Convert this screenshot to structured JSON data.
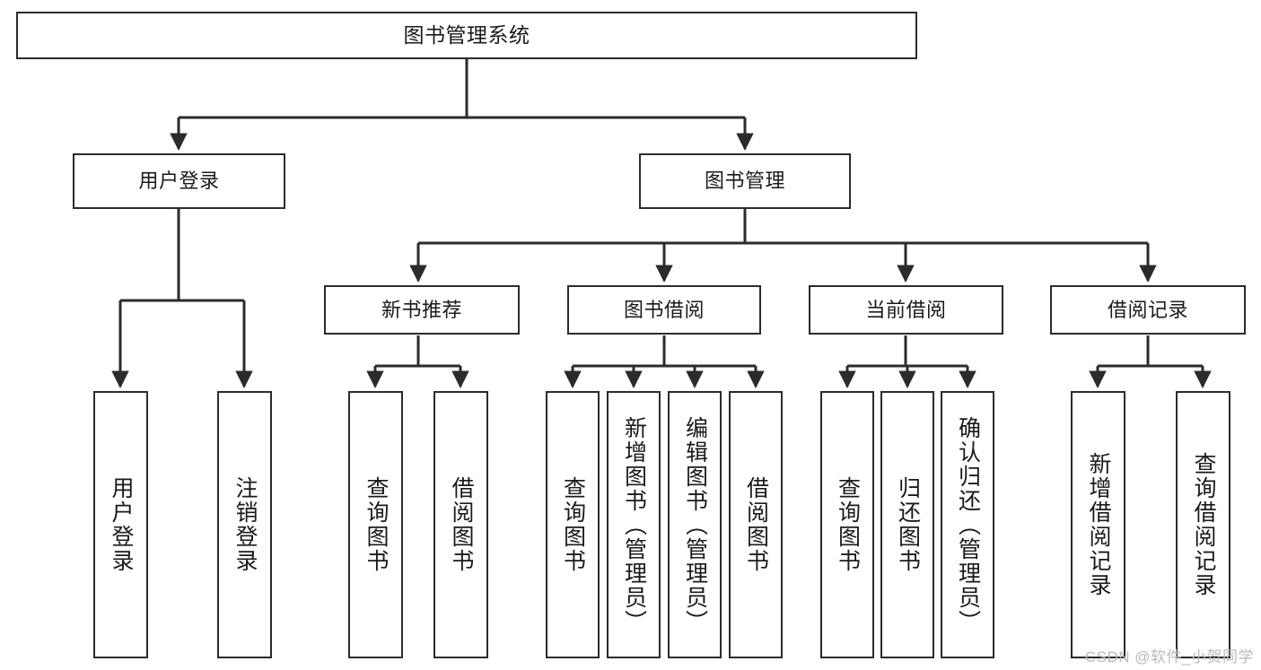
{
  "diagram": {
    "type": "tree-hierarchy",
    "title": "图书管理系统",
    "colors": {
      "stroke": "#2b2b2b",
      "fill": "#ffffff",
      "text": "#1a1a1a",
      "watermark": "#b9b9b9",
      "background": "#ffffff"
    },
    "nodes": {
      "root": {
        "label": "图书管理系统",
        "level": 0,
        "orientation": "horizontal"
      },
      "login": {
        "label": "用户登录",
        "level": 1,
        "orientation": "horizontal"
      },
      "bookmgmt": {
        "label": "图书管理",
        "level": 1,
        "orientation": "horizontal"
      },
      "newbook": {
        "label": "新书推荐",
        "level": 2,
        "orientation": "horizontal"
      },
      "borrow": {
        "label": "图书借阅",
        "level": 2,
        "orientation": "horizontal"
      },
      "current": {
        "label": "当前借阅",
        "level": 2,
        "orientation": "horizontal"
      },
      "records": {
        "label": "借阅记录",
        "level": 2,
        "orientation": "horizontal"
      },
      "leaf_user_login": {
        "label": "用户登录",
        "level": 3,
        "orientation": "vertical"
      },
      "leaf_user_logout": {
        "label": "注销登录",
        "level": 3,
        "orientation": "vertical"
      },
      "leaf_new_query": {
        "label": "查询图书",
        "level": 3,
        "orientation": "vertical"
      },
      "leaf_new_borrow": {
        "label": "借阅图书",
        "level": 3,
        "orientation": "vertical"
      },
      "leaf_borrow_query": {
        "label": "查询图书",
        "level": 3,
        "orientation": "vertical"
      },
      "leaf_borrow_add": {
        "label": "新增图书（管理员）",
        "level": 3,
        "orientation": "vertical"
      },
      "leaf_borrow_edit": {
        "label": "编辑图书（管理员）",
        "level": 3,
        "orientation": "vertical"
      },
      "leaf_borrow_lend": {
        "label": "借阅图书",
        "level": 3,
        "orientation": "vertical"
      },
      "leaf_cur_query": {
        "label": "查询图书",
        "level": 3,
        "orientation": "vertical"
      },
      "leaf_cur_return": {
        "label": "归还图书",
        "level": 3,
        "orientation": "vertical"
      },
      "leaf_cur_confirm": {
        "label": "确认归还（管理员）",
        "level": 3,
        "orientation": "vertical"
      },
      "leaf_rec_add": {
        "label": "新增借阅记录",
        "level": 3,
        "orientation": "vertical"
      },
      "leaf_rec_query": {
        "label": "查询借阅记录",
        "level": 3,
        "orientation": "vertical"
      }
    },
    "edges": [
      {
        "from": "root",
        "to": "login"
      },
      {
        "from": "root",
        "to": "bookmgmt"
      },
      {
        "from": "login",
        "to": "leaf_user_login"
      },
      {
        "from": "login",
        "to": "leaf_user_logout"
      },
      {
        "from": "bookmgmt",
        "to": "newbook"
      },
      {
        "from": "bookmgmt",
        "to": "borrow"
      },
      {
        "from": "bookmgmt",
        "to": "current"
      },
      {
        "from": "bookmgmt",
        "to": "records"
      },
      {
        "from": "newbook",
        "to": "leaf_new_query"
      },
      {
        "from": "newbook",
        "to": "leaf_new_borrow"
      },
      {
        "from": "borrow",
        "to": "leaf_borrow_query"
      },
      {
        "from": "borrow",
        "to": "leaf_borrow_add"
      },
      {
        "from": "borrow",
        "to": "leaf_borrow_edit"
      },
      {
        "from": "borrow",
        "to": "leaf_borrow_lend"
      },
      {
        "from": "current",
        "to": "leaf_cur_query"
      },
      {
        "from": "current",
        "to": "leaf_cur_return"
      },
      {
        "from": "current",
        "to": "leaf_cur_confirm"
      },
      {
        "from": "records",
        "to": "leaf_rec_add"
      },
      {
        "from": "records",
        "to": "leaf_rec_query"
      }
    ]
  },
  "watermark": {
    "text": "CSDN @软件_小贺同学"
  }
}
